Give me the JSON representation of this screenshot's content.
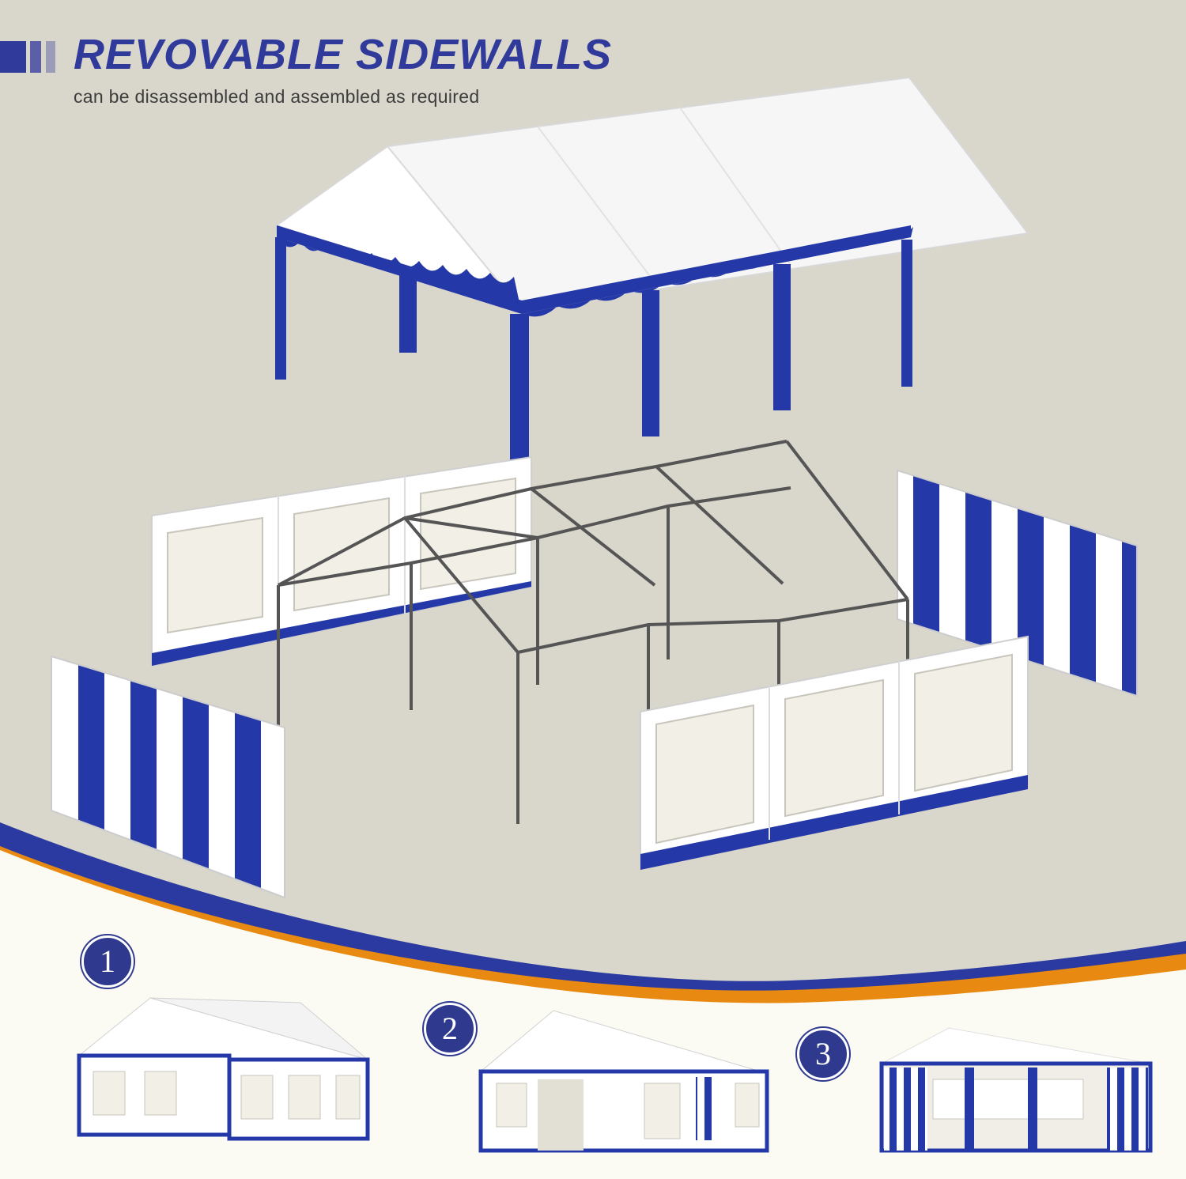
{
  "header": {
    "title": "REVOVABLE SIDEWALLS",
    "subtitle": "can be disassembled and assembled as required"
  },
  "steps": [
    {
      "number": "1"
    },
    {
      "number": "2"
    },
    {
      "number": "3"
    }
  ],
  "colors": {
    "background": "#d9d6cb",
    "brand_blue": "#2438a8",
    "title_blue": "#2f3a9a",
    "accent_orange": "#e88a12",
    "canvas_white": "#ffffff",
    "window_cream": "#f2f0e6",
    "frame_steel": "#555555"
  },
  "icons": [
    "tent-canopy-illustration",
    "sidewall-window-panel",
    "sidewall-striped-panel",
    "tent-frame-illustration"
  ]
}
